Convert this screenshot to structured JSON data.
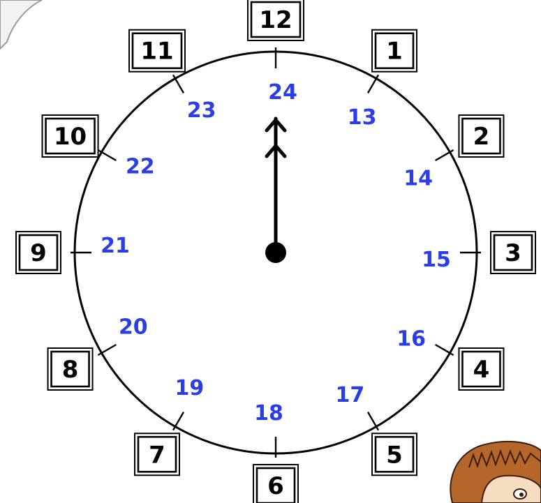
{
  "clock": {
    "hour_labels": [
      "12",
      "1",
      "2",
      "3",
      "4",
      "5",
      "6",
      "7",
      "8",
      "9",
      "10",
      "11"
    ],
    "pm_labels": [
      "24",
      "13",
      "14",
      "15",
      "16",
      "17",
      "18",
      "19",
      "20",
      "21",
      "22",
      "23"
    ],
    "pm_label_color": "#2b3ee6",
    "hand_points_to": "12"
  }
}
